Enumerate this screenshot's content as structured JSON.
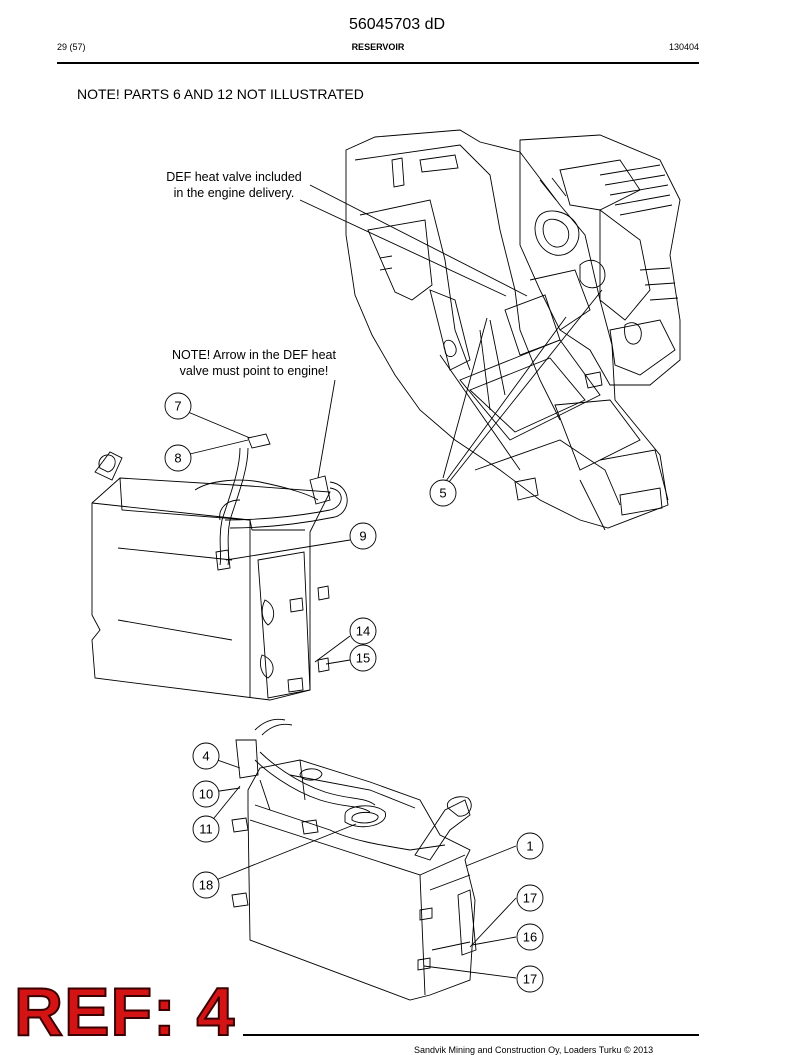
{
  "header": {
    "doc_number": "56045703 dD",
    "page_ref": "29 (57)",
    "section_title": "RESERVOIR",
    "doc_date": "130404"
  },
  "note_title": "NOTE! PARTS 6 AND 12 NOT ILLUSTRATED",
  "callouts": {
    "def_valve_line1": "DEF heat valve included",
    "def_valve_line2": "in the engine delivery.",
    "arrow_note_line1": "NOTE! Arrow in the DEF heat",
    "arrow_note_line2": "valve must point to engine!"
  },
  "part_bubbles": {
    "p7": "7",
    "p8": "8",
    "p9": "9",
    "p5": "5",
    "p14": "14",
    "p15": "15",
    "p4": "4",
    "p10": "10",
    "p11": "11",
    "p18": "18",
    "p1": "1",
    "p17a": "17",
    "p16": "16",
    "p17b": "17"
  },
  "footer": {
    "copyright": "Sandvik Mining and Construction Oy, Loaders Turku © 2013"
  },
  "stamp": {
    "text": "REF: 4",
    "color": "#d41414"
  }
}
